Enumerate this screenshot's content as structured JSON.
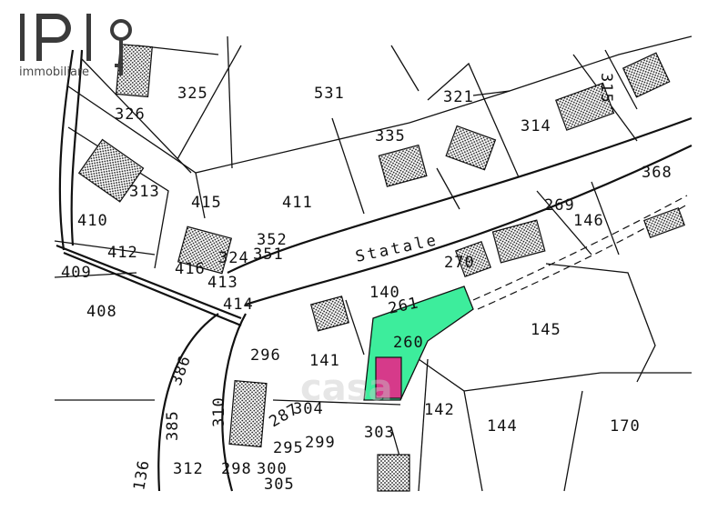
{
  "logo": {
    "mark": "IPI",
    "subtitle": "immobiliare",
    "icon": "key-icon",
    "color": "#3b3b3b"
  },
  "map": {
    "street_name": "Statale",
    "highlight_color": "#3ded9c",
    "building_color": "#d63a8a",
    "watermark": "casa",
    "parcels": {
      "p325": "325",
      "p531": "531",
      "p321": "321",
      "p315": "315",
      "p326": "326",
      "p335": "335",
      "p314": "314",
      "p313": "313",
      "p368": "368",
      "p415": "415",
      "p411": "411",
      "p410": "410",
      "p269": "269",
      "p146": "146",
      "p412": "412",
      "p352": "352",
      "p324": "324",
      "p351": "351",
      "p409": "409",
      "p416": "416",
      "p270": "270",
      "p413": "413",
      "p140": "140",
      "p408": "408",
      "p414": "414",
      "p261": "261",
      "p145": "145",
      "p260": "260",
      "p296": "296",
      "p141": "141",
      "p386": "386",
      "p310": "310",
      "p304": "304",
      "p142": "142",
      "p144": "144",
      "p170": "170",
      "p385": "385",
      "p287": "287",
      "p303": "303",
      "p299": "299",
      "p295": "295",
      "p136": "136",
      "p312": "312",
      "p298": "298",
      "p300": "300",
      "p305": "305"
    }
  }
}
